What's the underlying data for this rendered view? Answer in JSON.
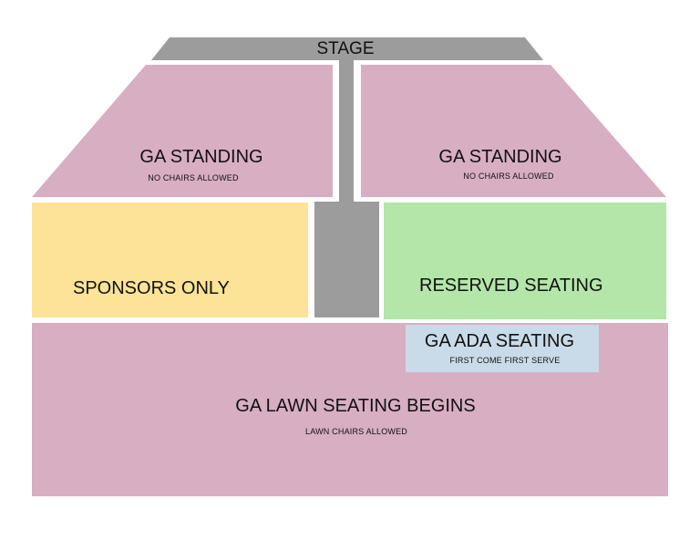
{
  "colors": {
    "ga_zone": "#d8aec3",
    "sponsors": "#fde397",
    "reserved": "#b3e6a8",
    "ada": "#c9dbe8",
    "stage": "#9c9c9c",
    "background": "#ffffff"
  },
  "stage": {
    "label": "STAGE"
  },
  "zones": {
    "ga_standing_left": {
      "title": "GA STANDING",
      "note": "NO CHAIRS ALLOWED"
    },
    "ga_standing_right": {
      "title": "GA STANDING",
      "note": "NO CHAIRS ALLOWED"
    },
    "sponsors": {
      "title": "SPONSORS ONLY"
    },
    "reserved": {
      "title": "RESERVED SEATING"
    },
    "ada": {
      "title": "GA ADA SEATING",
      "note": "FIRST COME FIRST SERVE"
    },
    "lawn": {
      "title": "GA LAWN SEATING BEGINS",
      "note": "LAWN CHAIRS ALLOWED"
    }
  }
}
